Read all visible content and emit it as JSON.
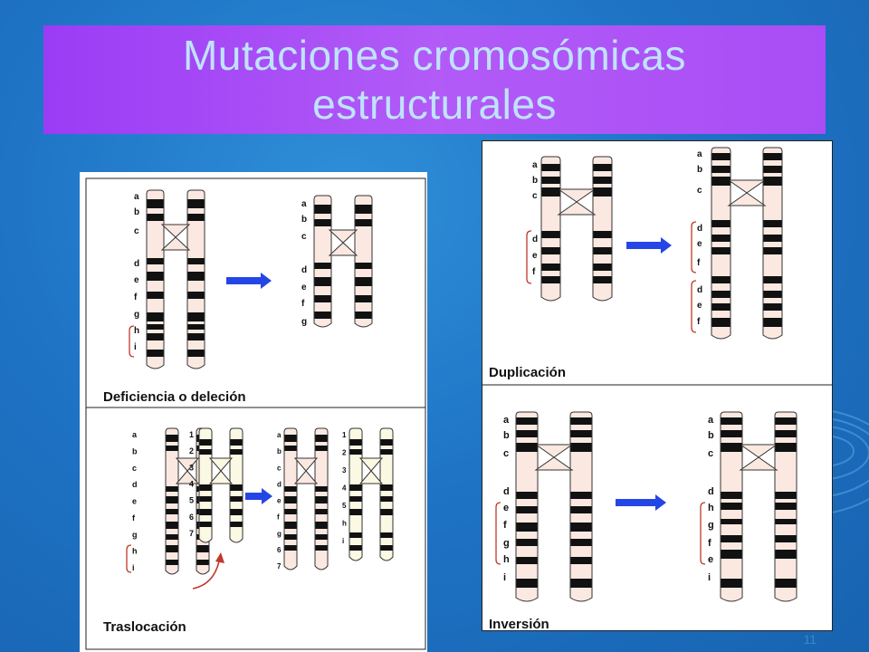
{
  "slide": {
    "title_line1": "Mutaciones cromosómicas",
    "title_line2": "estructurales",
    "slide_number": "11"
  },
  "panels": {
    "deletion": {
      "caption": "Deficiencia o deleción",
      "before_labels": [
        "a",
        "b",
        "c",
        "d",
        "e",
        "f",
        "g",
        "h",
        "i"
      ],
      "after_labels": [
        "a",
        "b",
        "c",
        "d",
        "e",
        "f",
        "g"
      ]
    },
    "translocation": {
      "caption": "Traslocación",
      "before_labels_a": [
        "a",
        "b",
        "c",
        "d",
        "e",
        "f",
        "g",
        "h",
        "i"
      ],
      "before_labels_b": [
        "1",
        "2",
        "3",
        "4",
        "5",
        "6",
        "7"
      ],
      "after_labels_a": [
        "a",
        "b",
        "c",
        "d",
        "e",
        "f",
        "g",
        "6",
        "7"
      ],
      "after_labels_b": [
        "1",
        "2",
        "3",
        "4",
        "5",
        "h",
        "i"
      ]
    },
    "duplication": {
      "caption": "Duplicación",
      "before_labels": [
        "a",
        "b",
        "c",
        "d",
        "e",
        "f"
      ],
      "after_labels": [
        "a",
        "b",
        "c",
        "d",
        "e",
        "f",
        "d",
        "e",
        "f"
      ]
    },
    "inversion": {
      "caption": "Inversión",
      "before_labels": [
        "a",
        "b",
        "c",
        "d",
        "e",
        "f",
        "g",
        "h",
        "i"
      ],
      "after_labels": [
        "a",
        "b",
        "c",
        "d",
        "h",
        "g",
        "f",
        "e",
        "i"
      ]
    }
  },
  "colors": {
    "arrow": "#2546e6",
    "bracket": "#c0392b",
    "band_dark": "#111111",
    "band_light": "#fbe9e1",
    "band_pale_alt": "#fbf9e3"
  }
}
